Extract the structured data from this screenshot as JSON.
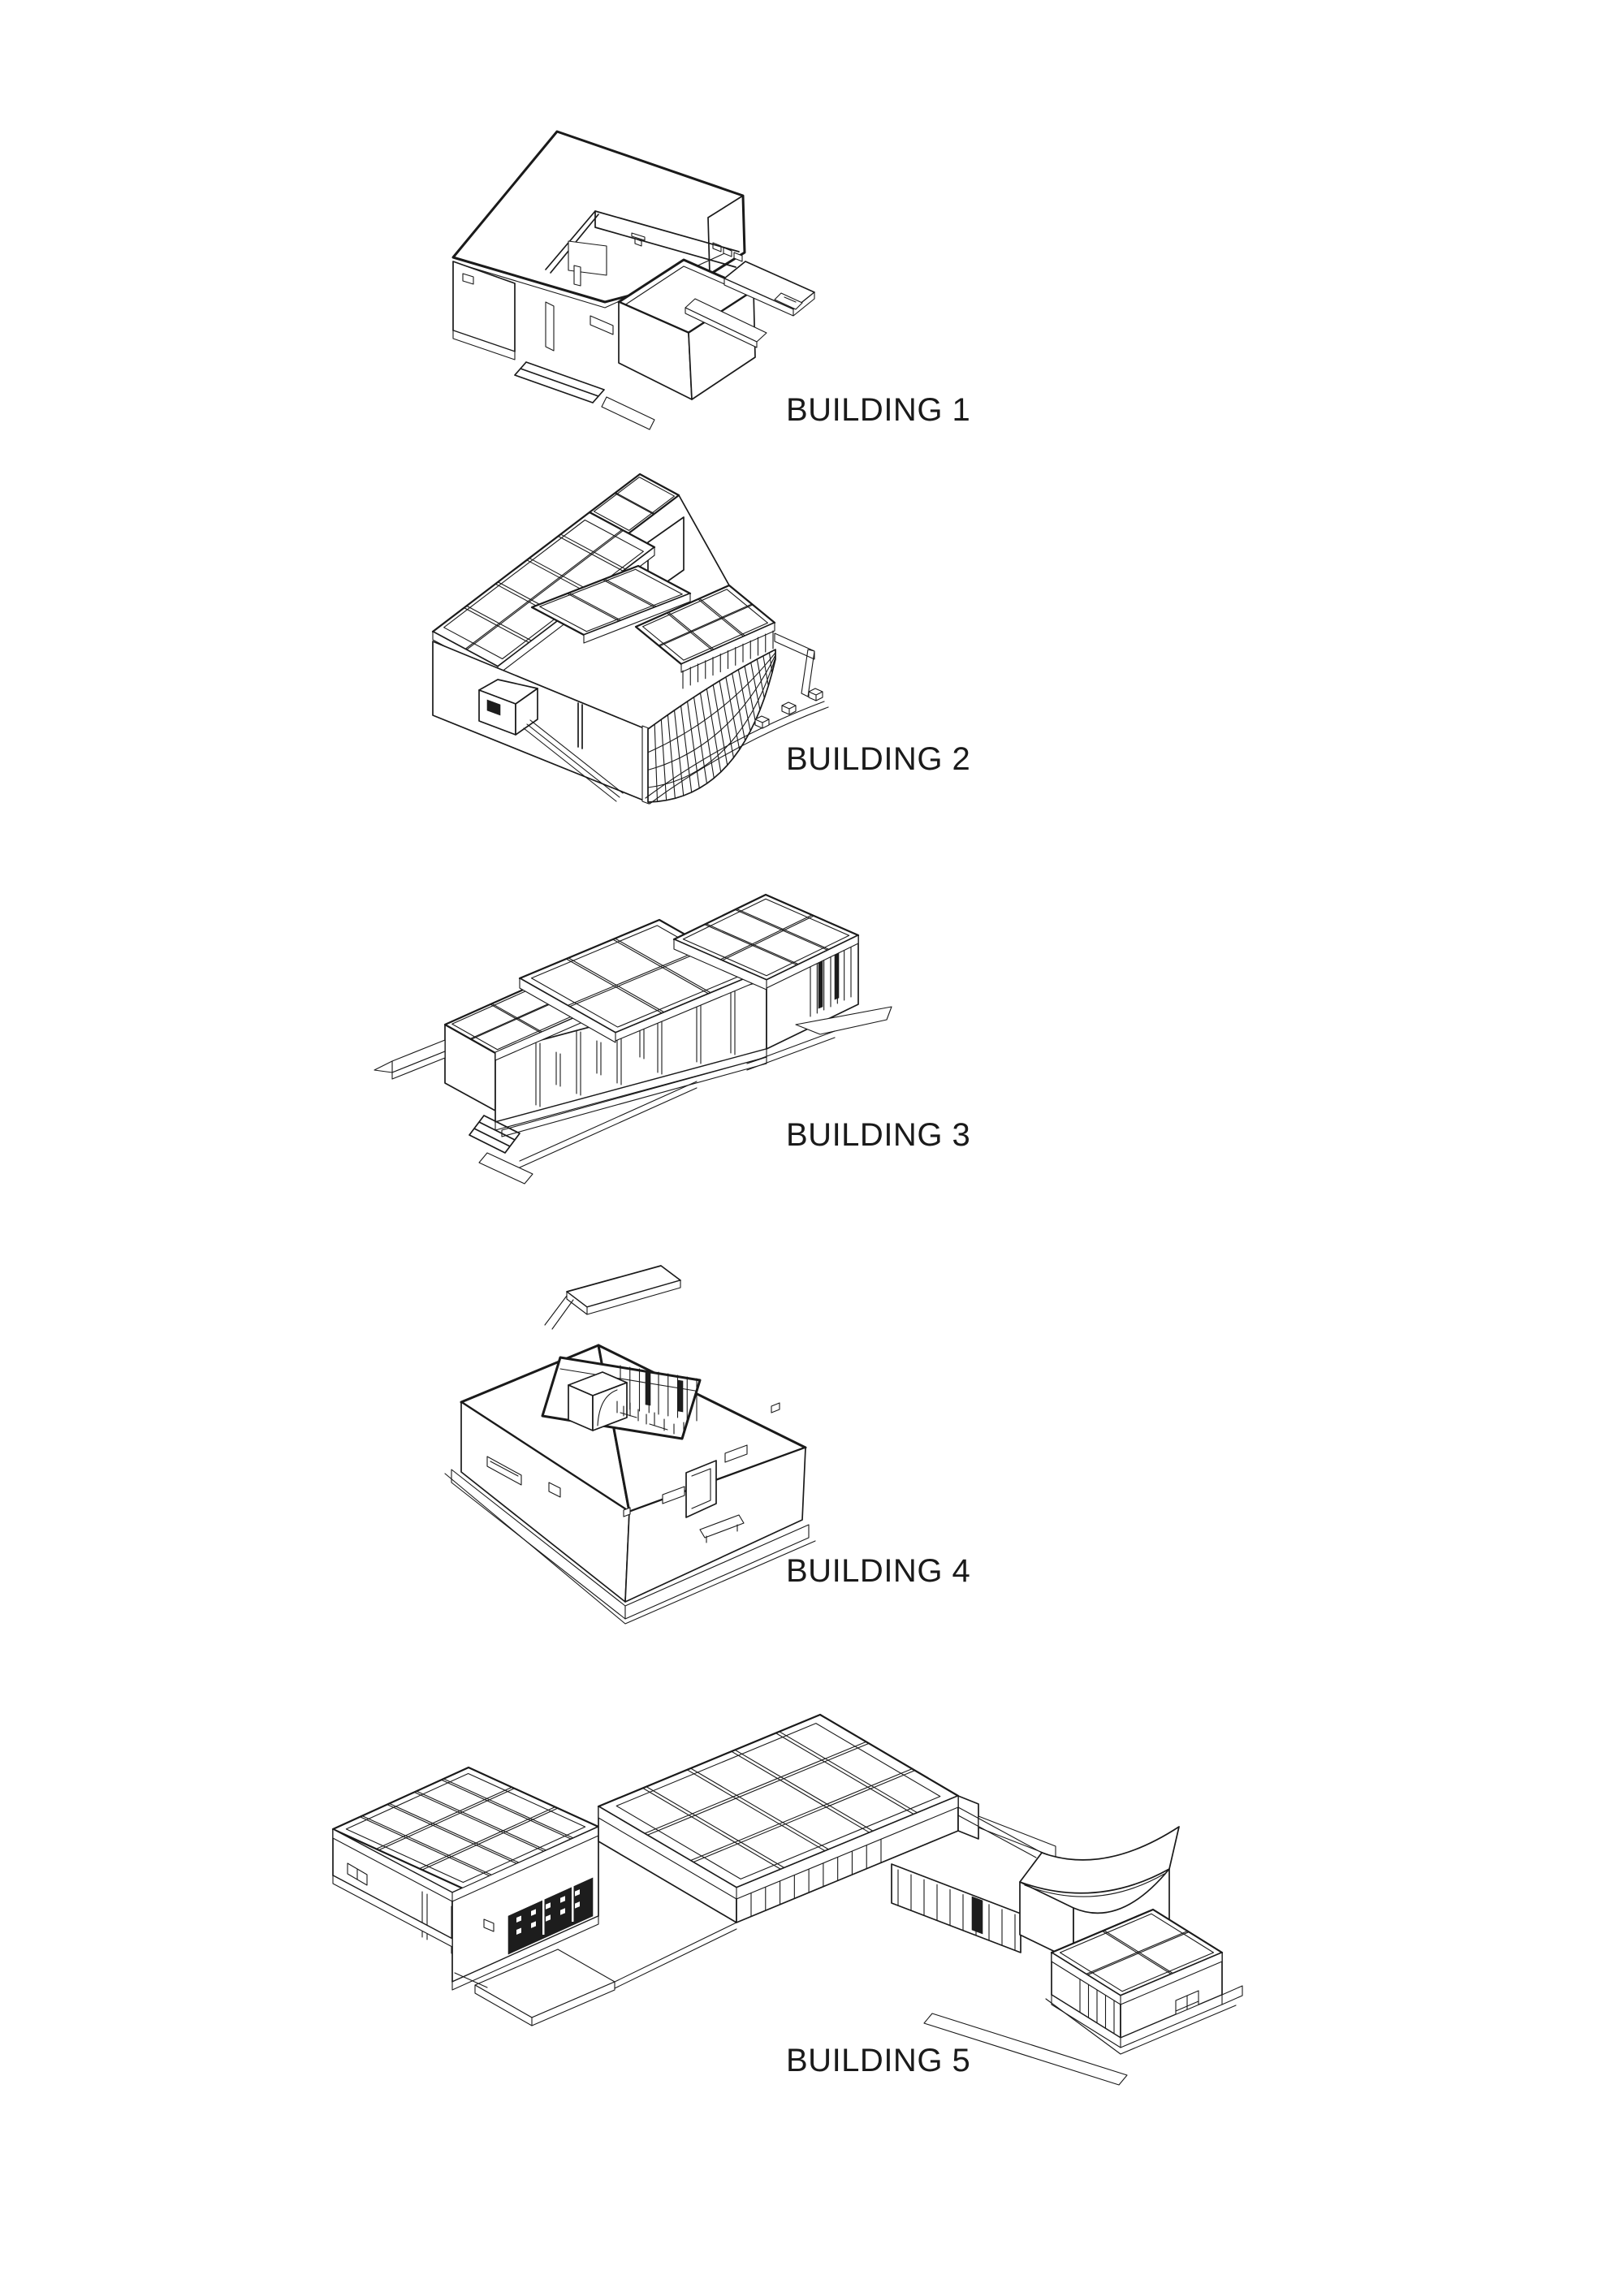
{
  "page": {
    "background_color": "#ffffff",
    "line_color": "#1a1a1a",
    "sheet_type": "axonometric building drawings"
  },
  "figures": [
    {
      "label": "BUILDING 1"
    },
    {
      "label": "BUILDING 2"
    },
    {
      "label": "BUILDING 3"
    },
    {
      "label": "BUILDING 4"
    },
    {
      "label": "BUILDING 5"
    }
  ]
}
